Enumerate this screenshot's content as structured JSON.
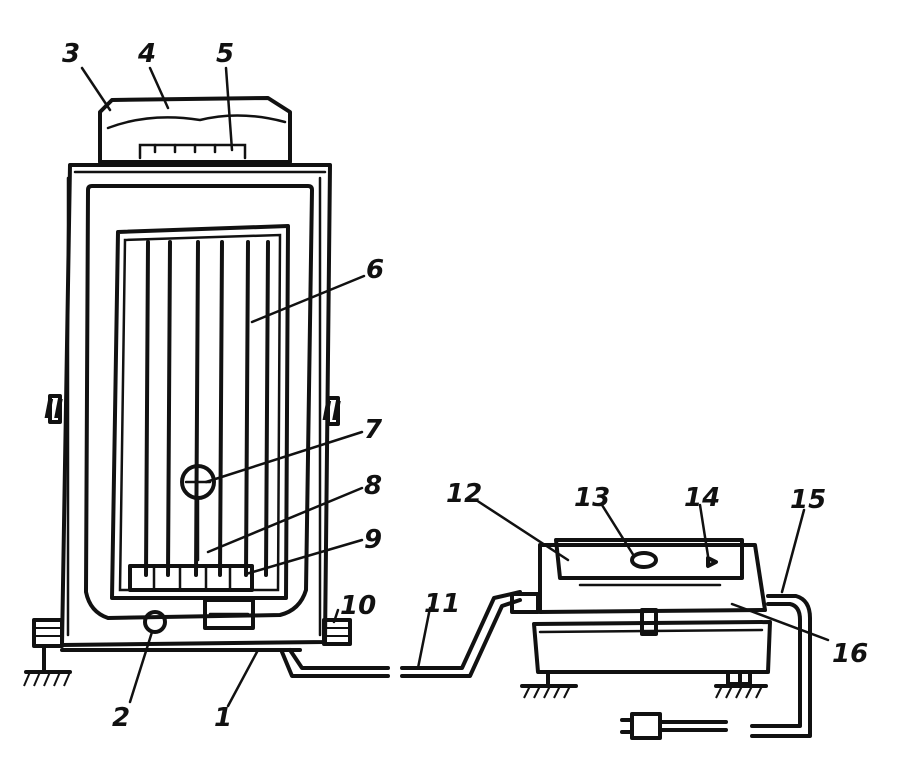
{
  "labels": {
    "l1": "1",
    "l2": "2",
    "l3": "3",
    "l4": "4",
    "l5": "5",
    "l6": "6",
    "l7": "7",
    "l8": "8",
    "l9": "9",
    "l10": "10",
    "l11": "11",
    "l12": "12",
    "l13": "13",
    "l14": "14",
    "l15": "15",
    "l16": "16",
    "lII_left": "II",
    "lII_right": "II"
  }
}
